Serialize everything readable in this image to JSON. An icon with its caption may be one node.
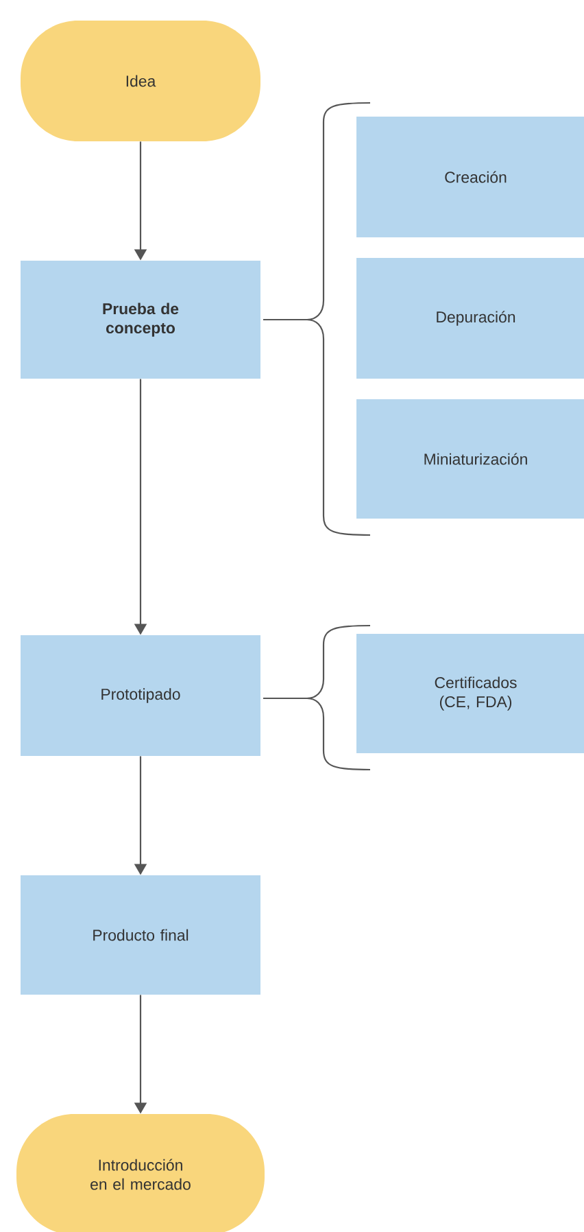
{
  "diagram": {
    "nodes": [
      {
        "text": [
          "Idea"
        ]
      },
      {
        "text": [
          "Prueba de concepto"
        ]
      },
      {
        "text": [
          "Creación"
        ]
      },
      {
        "text": [
          "Depuración"
        ]
      },
      {
        "text": [
          "Miniaturización"
        ]
      },
      {
        "text": [
          "Prototipado"
        ]
      },
      {
        "text": [
          "Certificados (CE, FDA)"
        ]
      },
      {
        "text": [
          "Producto final"
        ]
      },
      {
        "text": [
          "Introducción en el mercado"
        ]
      }
    ],
    "edges": [
      {
        "from": 0,
        "to": 1,
        "arrow": "to"
      },
      {
        "from": 1,
        "to": 5,
        "arrow": "to"
      },
      {
        "from": 5,
        "to": 7,
        "arrow": "to"
      },
      {
        "from": 7,
        "to": 8,
        "arrow": "to"
      }
    ]
  }
}
